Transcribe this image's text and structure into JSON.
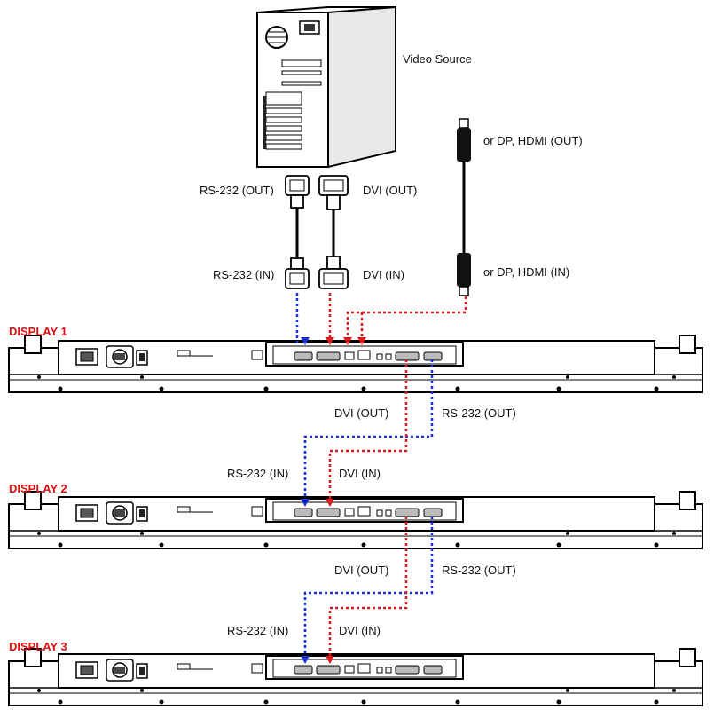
{
  "labels": {
    "video_source": "Video Source",
    "dp_hdmi_out": "or DP, HDMI (OUT)",
    "dp_hdmi_in": "or DP, HDMI (IN)",
    "rs232_out": "RS-232 (OUT)",
    "rs232_in": "RS-232 (IN)",
    "dvi_out": "DVI (OUT)",
    "dvi_in": "DVI (IN)"
  },
  "displays": [
    {
      "name": "DISPLAY 1"
    },
    {
      "name": "DISPLAY 2"
    },
    {
      "name": "DISPLAY 3"
    }
  ],
  "colors": {
    "display_label": "#e01010",
    "rs232_line": "#1a2fd6",
    "dvi_line": "#d81a1a",
    "outline": "#000000"
  }
}
